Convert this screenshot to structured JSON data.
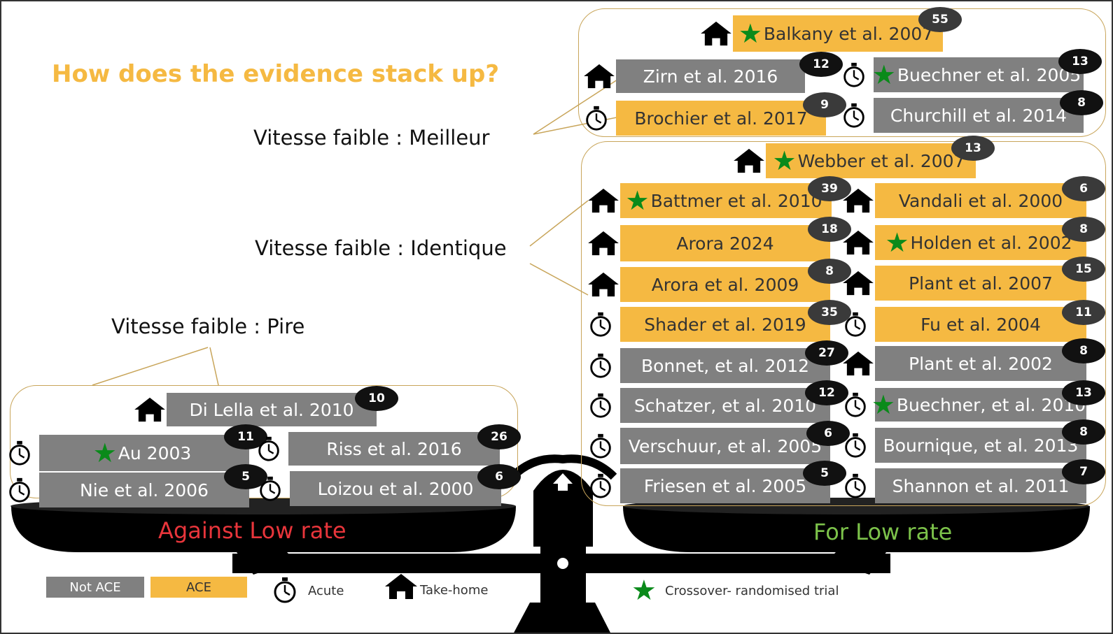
{
  "title": "How does the evidence stack up?",
  "notes": {
    "better": "Vitesse faible : Meilleur",
    "same": "Vitesse faible : Identique",
    "worse": "Vitesse faible : Pire"
  },
  "scale": {
    "against_label": "Against Low rate",
    "for_label": "For Low rate",
    "against_color": "#e8353b",
    "for_color": "#7cc24a"
  },
  "colors": {
    "ace": "#f5b942",
    "not_ace": "#808080",
    "star": "#0a8a1a",
    "badge": "#111111"
  },
  "legend": {
    "not_ace": "Not ACE",
    "ace": "ACE",
    "acute": "Acute",
    "take_home": "Take-home",
    "crossover": "Crossover- randomised trial"
  },
  "studies_better": [
    {
      "label": "Balkany et al. 2007",
      "n": "55",
      "type": "ACE",
      "icon": "house-icon",
      "crossover": true
    },
    {
      "label": "Zirn et al. 2016",
      "n": "12",
      "type": "Not ACE",
      "icon": "house-icon",
      "crossover": false
    },
    {
      "label": "Buechner et al. 2005",
      "n": "13",
      "type": "Not ACE",
      "icon": "stopwatch-icon",
      "crossover": true
    },
    {
      "label": "Brochier et al. 2017",
      "n": "9",
      "type": "ACE",
      "icon": "stopwatch-icon",
      "crossover": false
    },
    {
      "label": "Churchill et al. 2014",
      "n": "8",
      "type": "Not ACE",
      "icon": "stopwatch-icon",
      "crossover": false
    }
  ],
  "studies_same": [
    {
      "label": "Webber et al. 2007",
      "n": "13",
      "type": "ACE",
      "icon": "house-icon",
      "crossover": true
    },
    {
      "label": "Battmer et al. 2010",
      "n": "39",
      "type": "ACE",
      "icon": "house-icon",
      "crossover": true
    },
    {
      "label": "Vandali et al. 2000",
      "n": "6",
      "type": "ACE",
      "icon": "house-icon",
      "crossover": false
    },
    {
      "label": "Arora 2024",
      "n": "18",
      "type": "ACE",
      "icon": "house-icon",
      "crossover": false
    },
    {
      "label": "Holden et al. 2002",
      "n": "8",
      "type": "ACE",
      "icon": "house-icon",
      "crossover": true
    },
    {
      "label": "Arora et al. 2009",
      "n": "8",
      "type": "ACE",
      "icon": "house-icon",
      "crossover": false
    },
    {
      "label": "Plant et al. 2007",
      "n": "15",
      "type": "ACE",
      "icon": "house-icon",
      "crossover": false
    },
    {
      "label": "Shader et al. 2019",
      "n": "35",
      "type": "ACE",
      "icon": "stopwatch-icon",
      "crossover": false
    },
    {
      "label": "Fu et al. 2004",
      "n": "11",
      "type": "ACE",
      "icon": "stopwatch-icon",
      "crossover": false
    },
    {
      "label": "Bonnet, et al. 2012",
      "n": "27",
      "type": "Not ACE",
      "icon": "stopwatch-icon",
      "crossover": false
    },
    {
      "label": "Plant et al. 2002",
      "n": "8",
      "type": "Not ACE",
      "icon": "house-icon",
      "crossover": false
    },
    {
      "label": "Schatzer, et al. 2010",
      "n": "12",
      "type": "Not ACE",
      "icon": "stopwatch-icon",
      "crossover": false
    },
    {
      "label": "Buechner, et al. 2010",
      "n": "13",
      "type": "Not ACE",
      "icon": "stopwatch-icon",
      "crossover": true
    },
    {
      "label": "Verschuur, et al. 2005",
      "n": "6",
      "type": "Not ACE",
      "icon": "stopwatch-icon",
      "crossover": false
    },
    {
      "label": "Bournique, et al. 2013",
      "n": "8",
      "type": "Not ACE",
      "icon": "stopwatch-icon",
      "crossover": false
    },
    {
      "label": "Friesen et al. 2005",
      "n": "5",
      "type": "Not ACE",
      "icon": "stopwatch-icon",
      "crossover": false
    },
    {
      "label": "Shannon et al. 2011",
      "n": "7",
      "type": "Not ACE",
      "icon": "stopwatch-icon",
      "crossover": false
    }
  ],
  "studies_worse": [
    {
      "label": "Di Lella et al. 2010",
      "n": "10",
      "type": "Not ACE",
      "icon": "house-icon",
      "crossover": false
    },
    {
      "label": "Au 2003",
      "n": "11",
      "type": "Not ACE",
      "icon": "stopwatch-icon",
      "crossover": true
    },
    {
      "label": "Riss et al. 2016",
      "n": "26",
      "type": "Not ACE",
      "icon": "stopwatch-icon",
      "crossover": false
    },
    {
      "label": "Nie et al. 2006",
      "n": "5",
      "type": "Not ACE",
      "icon": "stopwatch-icon",
      "crossover": false
    },
    {
      "label": "Loizou et al. 2000",
      "n": "6",
      "type": "Not ACE",
      "icon": "stopwatch-icon",
      "crossover": false
    }
  ]
}
